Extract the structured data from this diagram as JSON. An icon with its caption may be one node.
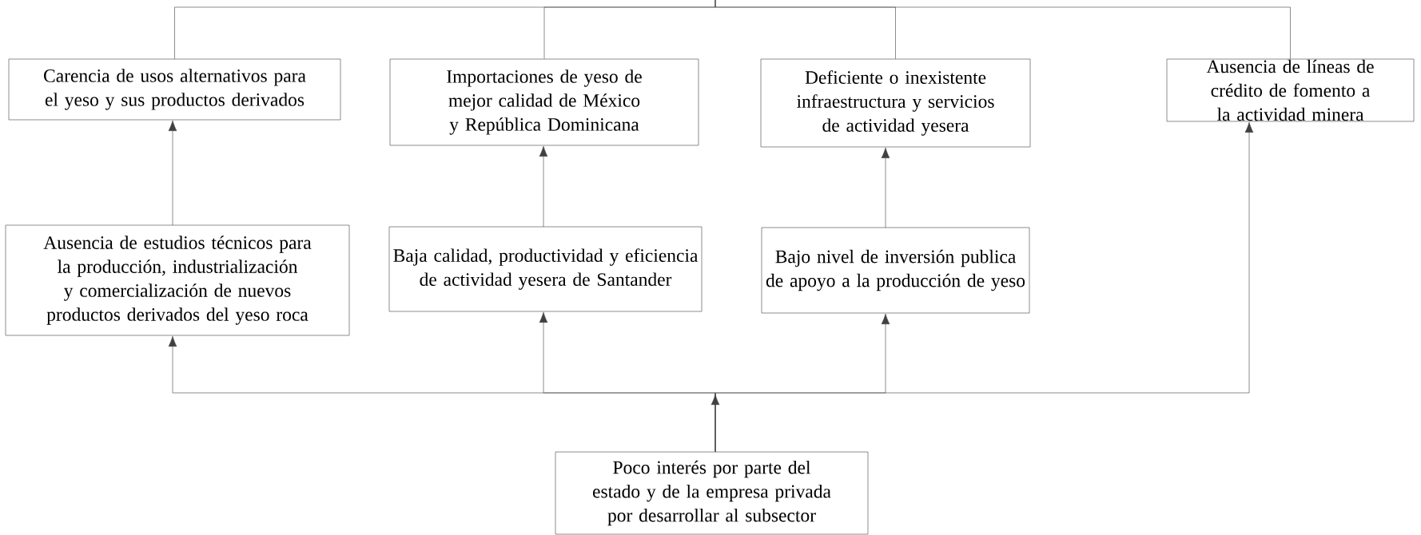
{
  "diagram": {
    "nodes": [
      {
        "text": [
          "Carencia de usos alternativos para el yeso y sus productos derivados"
        ]
      },
      {
        "text": [
          "Importaciones de yeso de mejor calidad de México y República Dominicana"
        ]
      },
      {
        "text": [
          "Deficiente o inexistente infraestructura y servicios de actividad yesera"
        ]
      },
      {
        "text": [
          "Ausencia de líneas de crédito de fomento a la actividad minera"
        ]
      },
      {
        "text": [
          "Ausencia de estudios técnicos para la producción, industrialización y comercialización de nuevos productos derivados del yeso roca"
        ]
      },
      {
        "text": [
          "Baja calidad, productividad y eficiencia de actividad yesera de Santander"
        ]
      },
      {
        "text": [
          "Bajo nivel de inversión publica de apoyo a la producción de yeso"
        ]
      },
      {
        "text": [
          "Poco interés por parte del estado y de la empresa privada por desarrollar al subsector"
        ]
      }
    ],
    "edges": [
      {
        "from": 0,
        "to": null,
        "arrow": "none"
      },
      {
        "from": 1,
        "to": null,
        "arrow": "none"
      },
      {
        "from": 2,
        "to": null,
        "arrow": "none"
      },
      {
        "from": 3,
        "to": null,
        "arrow": "none"
      },
      {
        "from": 4,
        "to": 0,
        "arrow": "to"
      },
      {
        "from": 5,
        "to": 1,
        "arrow": "to"
      },
      {
        "from": 6,
        "to": 2,
        "arrow": "to"
      },
      {
        "from": 7,
        "to": 4,
        "arrow": "to"
      },
      {
        "from": 7,
        "to": 5,
        "arrow": "to"
      },
      {
        "from": 7,
        "to": 6,
        "arrow": "to"
      },
      {
        "from": 7,
        "to": 3,
        "arrow": "to"
      }
    ]
  }
}
